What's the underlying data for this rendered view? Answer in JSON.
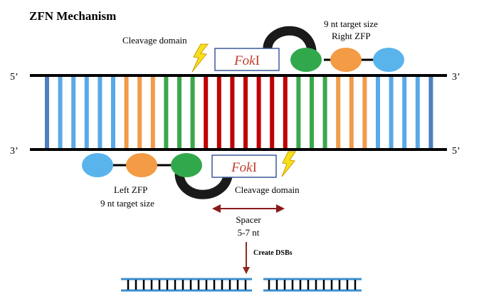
{
  "title": "ZFN Mechanism",
  "ends": {
    "top_left": "5’",
    "top_right": "3’",
    "bottom_left": "3’",
    "bottom_right": "5’"
  },
  "top_nuclease": {
    "cleavage_label": "Cleavage domain",
    "enzyme_italic": "Fok",
    "enzyme_roman": "I",
    "zfp_label_line1": "9 nt target size",
    "zfp_label_line2": "Right ZFP"
  },
  "bottom_nuclease": {
    "cleavage_label": "Cleavage domain",
    "enzyme_italic": "Fok",
    "enzyme_roman": "I",
    "zfp_label_line1": "Left ZFP",
    "zfp_label_line2": "9 nt target size"
  },
  "spacer": {
    "line1": "Spacer",
    "line2": "5-7 nt"
  },
  "dsb_label": "Create DSBs",
  "colors": {
    "blue": "#5aa9e6",
    "steel": "#4f7fbf",
    "orange": "#f29b4a",
    "green": "#3aa84a",
    "red": "#c00000",
    "dark_red": "#8b1a1a",
    "lightning": "#f5e11b",
    "zfp_blue": "#5ab4ec",
    "zfp_orange": "#f39b45",
    "zfp_green": "#32a84c"
  },
  "icons": [
    "lightning-icon",
    "arrow-icon"
  ]
}
